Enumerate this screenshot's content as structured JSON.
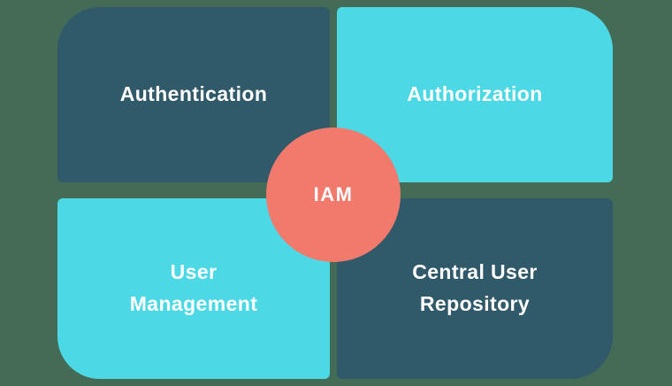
{
  "diagram_title": "IAM",
  "center": {
    "label": "IAM"
  },
  "quadrants": [
    {
      "id": "authentication",
      "label": "Authentication"
    },
    {
      "id": "authorization",
      "label": "Authorization"
    },
    {
      "id": "user-management",
      "label": "User Management"
    },
    {
      "id": "central-user-repository",
      "label": "Central User Repository"
    }
  ],
  "colors": {
    "bg-green": "#446B55",
    "panel-dark": "#30596A",
    "panel-cyan": "#4DD8E5",
    "circle-coral": "#F27A6D",
    "text-white": "#FFFFFF"
  }
}
